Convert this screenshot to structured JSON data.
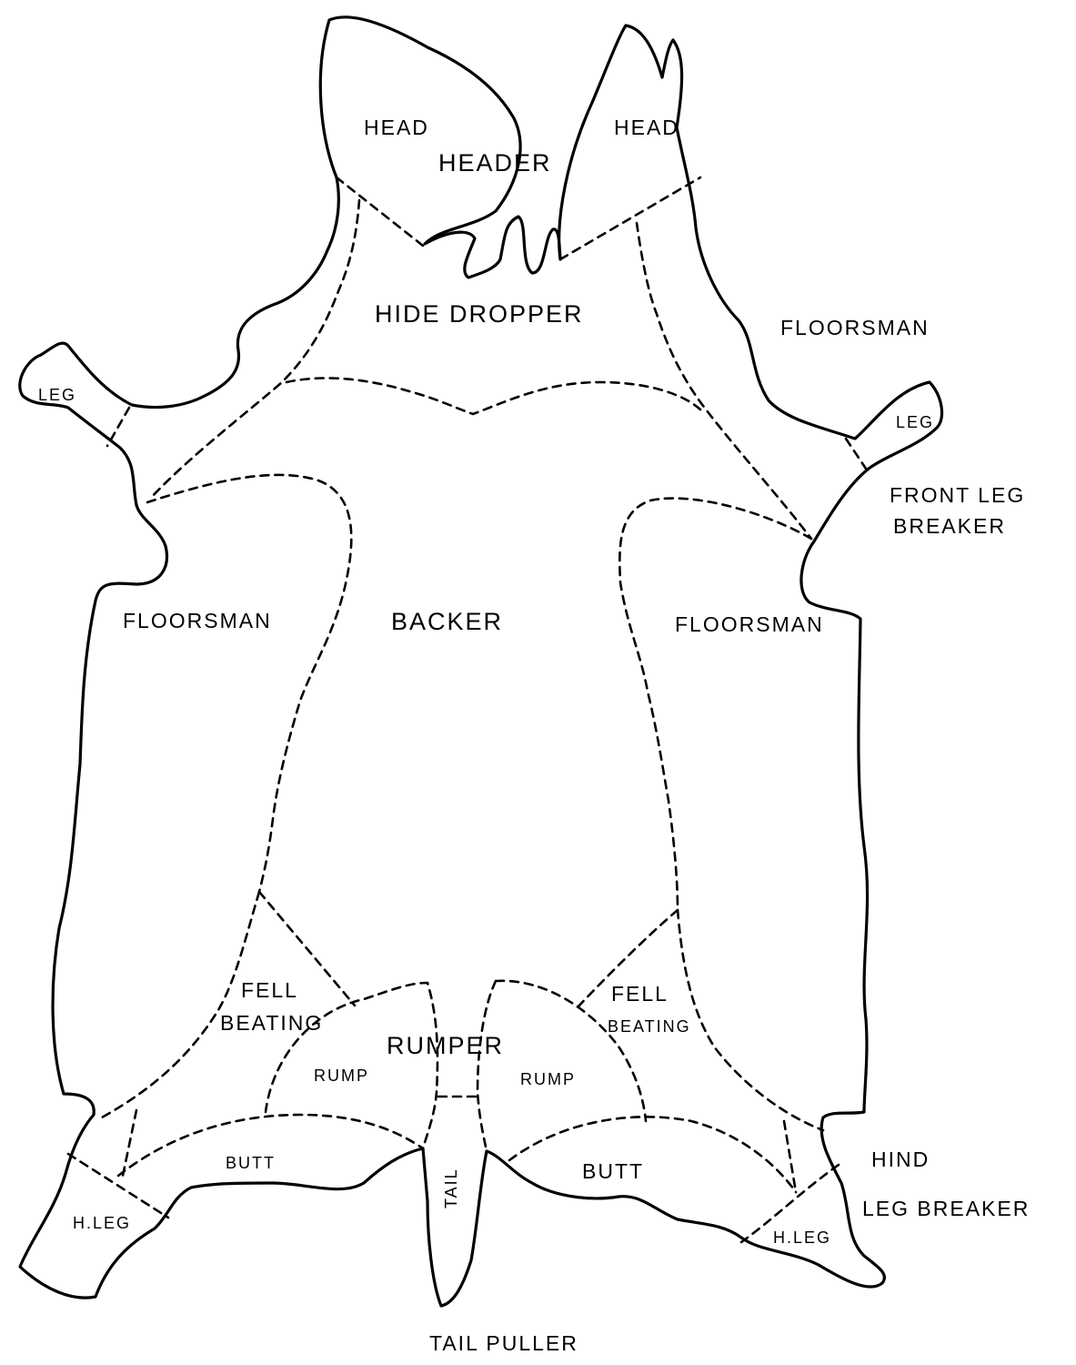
{
  "diagram": {
    "subject": "hide",
    "labels": {
      "head_left": "HEAD",
      "header": "HEADER",
      "head_right": "HEAD",
      "hide_dropper": "HIDE DROPPER",
      "floorsman_top_right": "FLOORSMAN",
      "leg_left": "LEG",
      "leg_right": "LEG",
      "front_leg_breaker_1": "FRONT LEG",
      "front_leg_breaker_2": "BREAKER",
      "floorsman_left": "FLOORSMAN",
      "backer": "BACKER",
      "floorsman_right": "FLOORSMAN",
      "fell_left_1": "FELL",
      "fell_left_2": "BEATING",
      "fell_right_1": "FELL",
      "fell_right_2": "BEATING",
      "rumper": "RUMPER",
      "rump_left": "RUMP",
      "rump_right": "RUMP",
      "butt_left": "BUTT",
      "butt_right": "BUTT",
      "tail": "TAIL",
      "hleg_left": "H.LEG",
      "hleg_right": "H.LEG",
      "hind_leg_breaker_1": "HIND",
      "hind_leg_breaker_2": "LEG BREAKER",
      "tail_puller": "TAIL PULLER"
    }
  }
}
